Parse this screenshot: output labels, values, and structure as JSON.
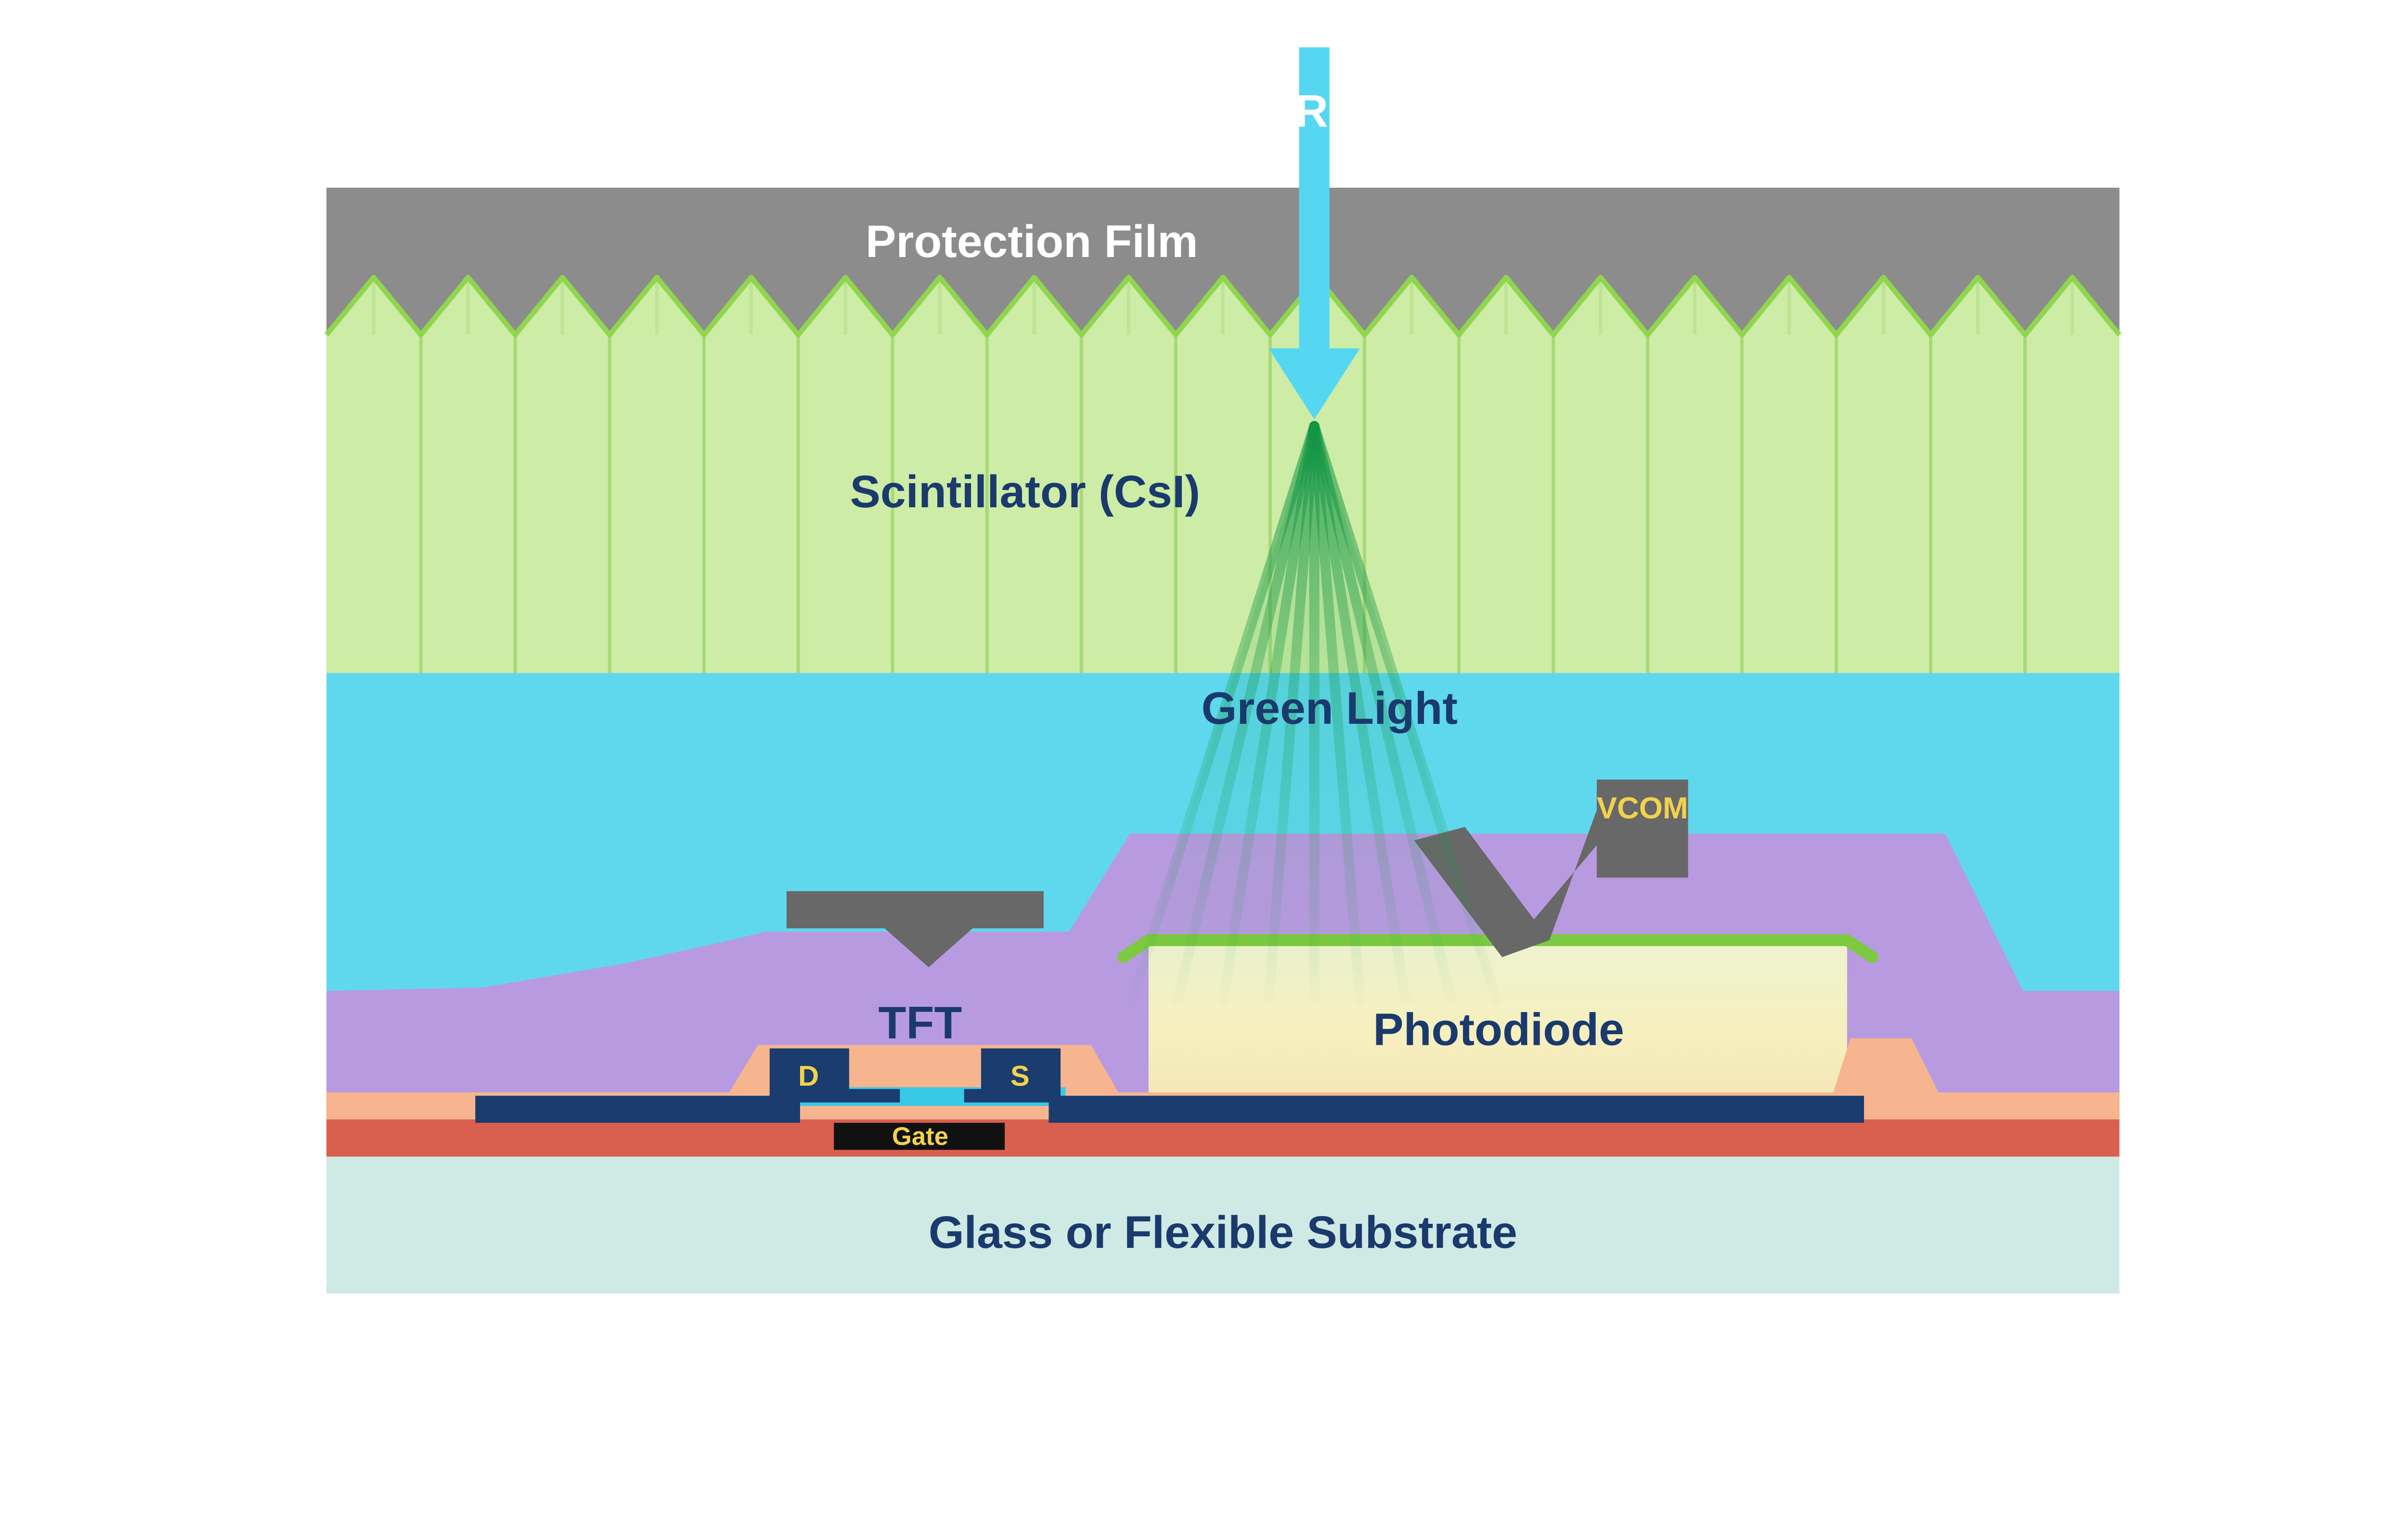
{
  "diagram": {
    "labels": {
      "xray": "X-Ray",
      "protection_film": "Protection Film",
      "scintillator": "Scintillator (CsI)",
      "green_light": "Green Light",
      "vcom": "VCOM",
      "photodiode": "Photodiode",
      "tft": "TFT",
      "drain": "D",
      "source": "S",
      "gate": "Gate",
      "substrate": "Glass or Flexible Substrate"
    },
    "colors": {
      "xray_arrow": "#55d7f2",
      "protection_film": "#8c8c8c",
      "scintillator": "#cdeca5",
      "scintillator_edge": "#8fd64e",
      "light_layer": "#5fd8ee",
      "passivation_purple": "#b89ae0",
      "contact_gray": "#686868",
      "photodiode_green_edge": "#7dc93f",
      "electrode_navy": "#1b3c6e",
      "channel_cyan": "#38c9e6",
      "salmon": "#f6b58e",
      "red_layer": "#d95f4e",
      "gate_black": "#111111",
      "substrate": "#cfe9e4",
      "label_navy": "#1a3a6e",
      "label_yellow": "#f2d24b",
      "label_white": "#ffffff"
    }
  }
}
